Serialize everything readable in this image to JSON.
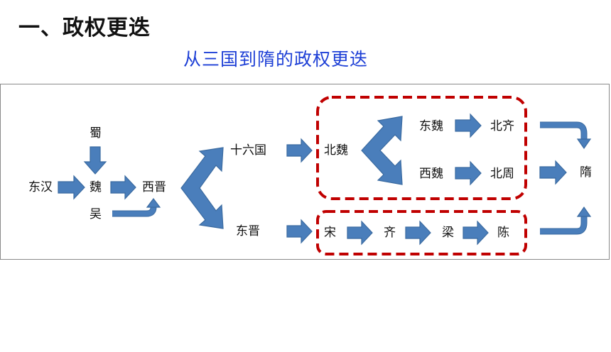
{
  "heading": "一、政权更迭",
  "subtitle": "从三国到隋的政权更迭",
  "nodes": {
    "donghan": "东汉",
    "shu": "蜀",
    "wei": "魏",
    "wu": "吴",
    "xijin": "西晋",
    "shiliuguo": "十六国",
    "dongjin": "东晋",
    "beiwei": "北魏",
    "dongwei": "东魏",
    "xiwei": "西魏",
    "beiqi": "北齐",
    "beizhou": "北周",
    "song": "宋",
    "qi": "齐",
    "liang": "梁",
    "chen": "陈",
    "sui": "隋"
  },
  "colors": {
    "arrow": "#4a7ebb",
    "arrow_stroke": "#3a6aa0",
    "dashed_box": "#c00000",
    "subtitle": "#1d3fd6"
  }
}
